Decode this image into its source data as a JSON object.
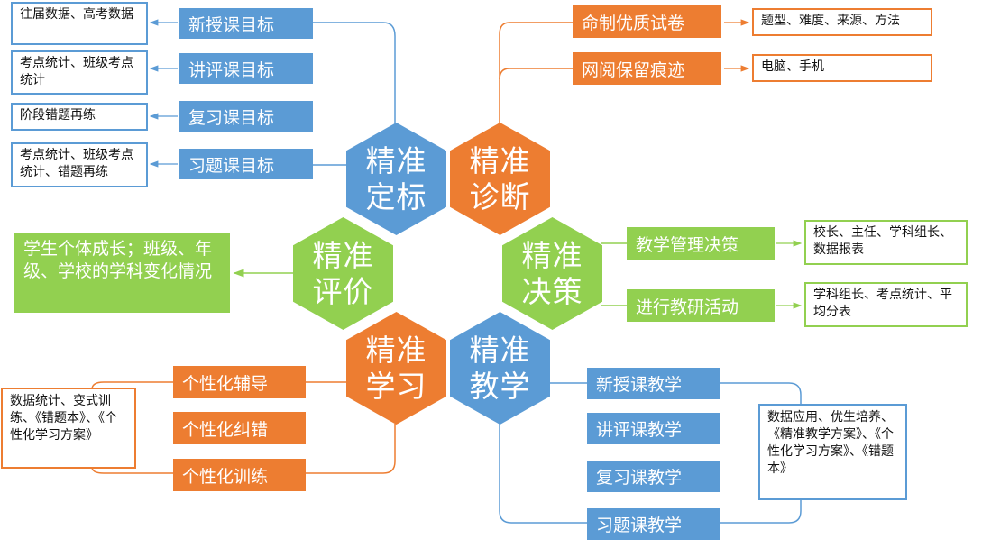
{
  "colors": {
    "blue": "#5b9bd5",
    "orange": "#ed7d31",
    "green": "#92d050"
  },
  "hexagons": {
    "dingbiao": {
      "label": "精准定标"
    },
    "zhenduan": {
      "label": "精准诊断"
    },
    "pingjia": {
      "label": "精准评价"
    },
    "juece": {
      "label": "精准决策"
    },
    "xuexi": {
      "label": "精准学习"
    },
    "jiaoxue": {
      "label": "精准教学"
    }
  },
  "dingbiao": {
    "items": [
      {
        "label": "新授课目标",
        "note": "往届数据、高考数据"
      },
      {
        "label": "讲评课目标",
        "note": "考点统计、班级考点统计"
      },
      {
        "label": "复习课目标",
        "note": "阶段错题再练"
      },
      {
        "label": "习题课目标",
        "note": "考点统计、班级考点统计、错题再练"
      }
    ]
  },
  "zhenduan": {
    "items": [
      {
        "label": "命制优质试卷",
        "note": "题型、难度、来源、方法"
      },
      {
        "label": "网阅保留痕迹",
        "note": "电脑、手机"
      }
    ]
  },
  "pingjia": {
    "note": "学生个体成长；班级、年级、学校的学科变化情况"
  },
  "juece": {
    "items": [
      {
        "label": "教学管理决策",
        "note": "校长、主任、学科组长、数据报表"
      },
      {
        "label": "进行教研活动",
        "note": "学科组长、考点统计、平均分表"
      }
    ]
  },
  "xuexi": {
    "items": [
      "个性化辅导",
      "个性化纠错",
      "个性化训练"
    ],
    "note": "数据统计、变式训练、《错题本》、《个性化学习方案》"
  },
  "jiaoxue": {
    "items": [
      "新授课教学",
      "讲评课教学",
      "复习课教学",
      "习题课教学"
    ],
    "note": "数据应用、优生培养、《精准教学方案》、《个性化学习方案》、《错题本》"
  }
}
